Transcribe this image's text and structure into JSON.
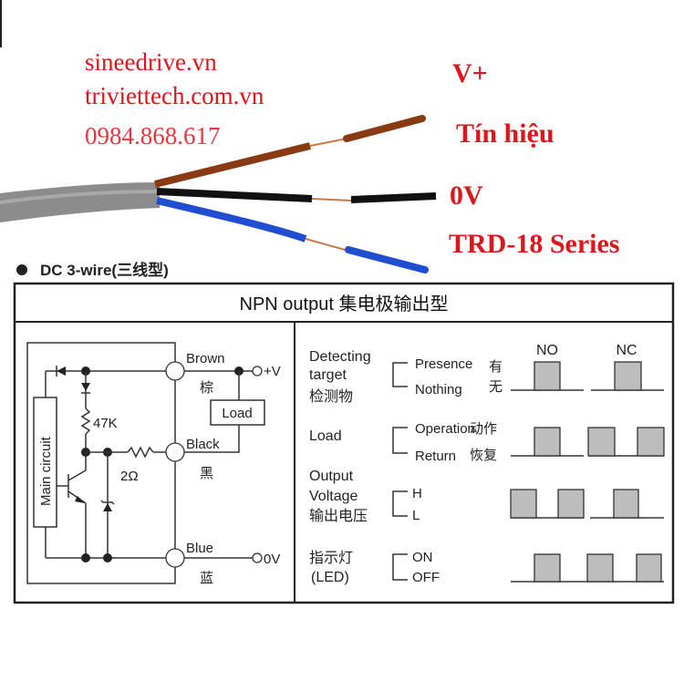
{
  "watermark": {
    "lines": [
      "sineedrive.vn",
      "triviettech.com.vn",
      "0984.868.617"
    ]
  },
  "wire_labels": {
    "brown": "V+",
    "black": "Tín hiệu",
    "blue": "0V",
    "series": "TRD-18 Series"
  },
  "colors": {
    "brown_wire": "#8a3a12",
    "black_wire": "#111111",
    "blue_wire": "#1f4fd0",
    "cable": "#8c8c8c",
    "label_red": "#e0141b"
  },
  "section": {
    "heading": "DC 3-wire(三线型)"
  },
  "table": {
    "title": "NPN output 集电极输出型",
    "circuit": {
      "main_circuit": "Main circuit",
      "r1": "47K",
      "r2": "2Ω",
      "brown": "Brown",
      "brown_cn": "棕",
      "black": "Black",
      "black_cn": "黑",
      "blue": "Blue",
      "blue_cn": "蓝",
      "load": "Load",
      "plus_v": "+V",
      "zero_v": "0V"
    },
    "timing": {
      "col_no": "NO",
      "col_nc": "NC",
      "rows": [
        {
          "label": [
            "Detecting",
            "target",
            "检测物"
          ],
          "high": "Presence",
          "low": "Nothing",
          "high_cn": "有",
          "low_cn": "无"
        },
        {
          "label": [
            "Load"
          ],
          "high": "Operation",
          "low": "Return",
          "high_cn": "动作",
          "low_cn": "恢复"
        },
        {
          "label": [
            "Output",
            "Voltage",
            "输出电压"
          ],
          "high": "H",
          "low": "L"
        },
        {
          "label": [
            "指示灯",
            "(LED)"
          ],
          "high": "ON",
          "low": "OFF"
        }
      ]
    }
  }
}
